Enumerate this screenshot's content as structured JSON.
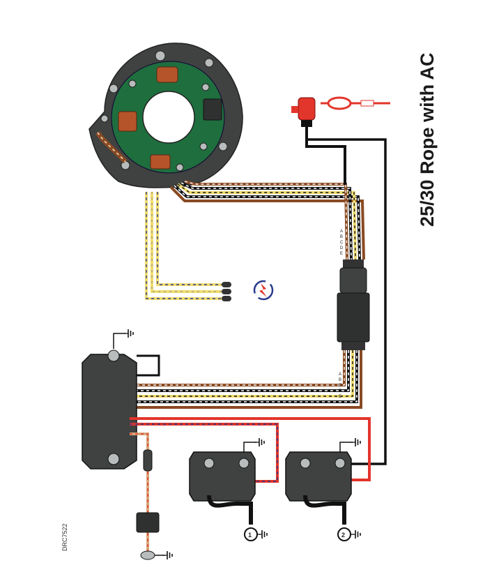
{
  "title": "25/30  Rope with AC",
  "drawing_code": "DRC7522",
  "harness_pins": [
    "A",
    "B",
    "C",
    "D",
    "E"
  ],
  "cylinders": [
    "1",
    "2"
  ],
  "colors": {
    "component_gray": "#3f4241",
    "stator_green": "#1f6e3e",
    "coil_copper": "#b5542a",
    "wire_black": "#111111",
    "wire_red": "#e2352b",
    "wire_yellow": "#f0dc6e",
    "wire_blue": "#2a3a8c",
    "wire_brown": "#8a4a22",
    "wire_tan": "#d9a77a"
  }
}
